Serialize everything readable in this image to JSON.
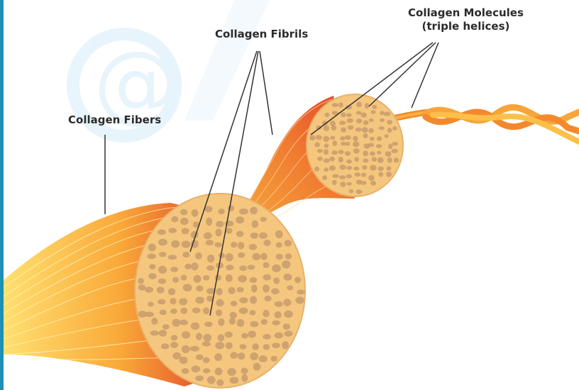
{
  "labels": {
    "fibers": "Collagen Fibers",
    "fibrils": "Collagen Fibrils",
    "molecules_line1": "Collagen Molecules",
    "molecules_line2": "(triple helices)"
  },
  "colors": {
    "frame_accent": "#1e8fb5",
    "strand_light": "#ffd36a",
    "strand_mid": "#f7a13b",
    "strand_dark": "#e2482a",
    "fibril_fill": "#f5c77e",
    "fibril_dot": "#c89c6c",
    "leader_line": "#333333",
    "watermark": "#d6ecfa"
  },
  "icons": {
    "watermark": "at-sign-watermark-icon"
  }
}
